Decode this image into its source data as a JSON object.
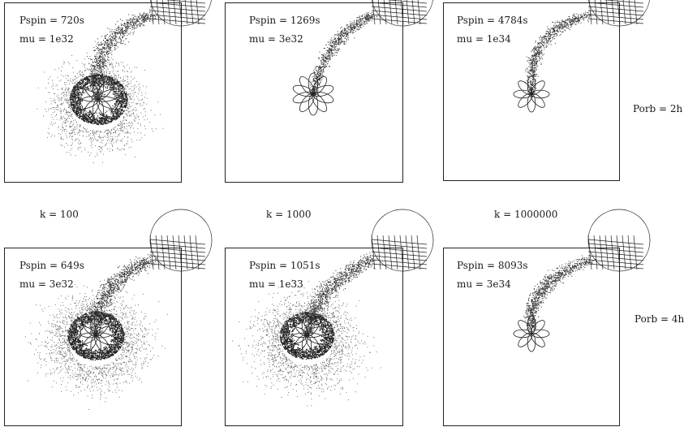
{
  "panels": [
    {
      "pspin": "Pspin = 720s",
      "mu": "mu = 1e32"
    },
    {
      "pspin": "Pspin = 1269s",
      "mu": "mu = 3e32"
    },
    {
      "pspin": "Pspin = 4784s",
      "mu": "mu = 1e34"
    },
    {
      "pspin": "Pspin = 649s",
      "mu": "mu = 3e32"
    },
    {
      "pspin": "Pspin = 1051s",
      "mu": "mu = 1e33"
    },
    {
      "pspin": "Pspin = 8093s",
      "mu": "mu = 3e34"
    }
  ],
  "columns": [
    "k = 100",
    "k = 1000",
    "k = 1000000"
  ],
  "rows": [
    "Porb = 2h",
    "Porb = 4h"
  ]
}
